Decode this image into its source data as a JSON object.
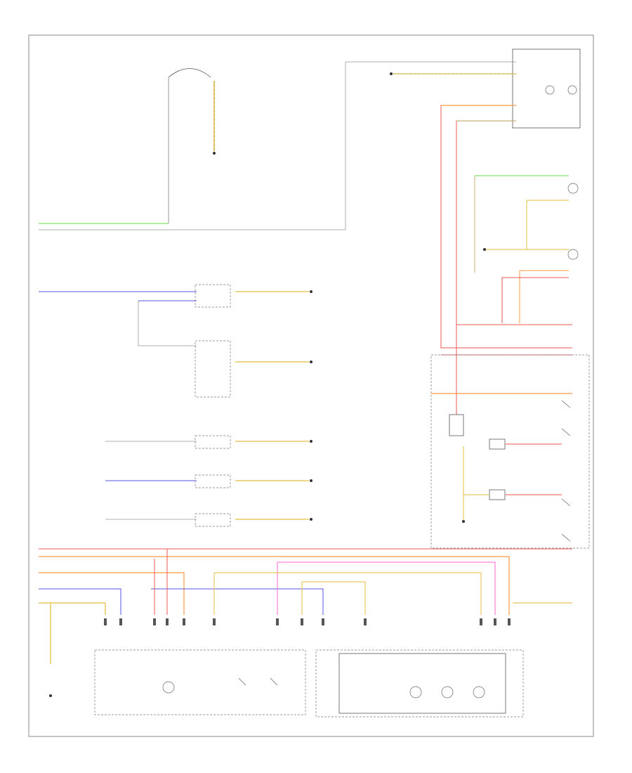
{
  "colors": {
    "green": "#66dd44",
    "white": "#999999",
    "blue": "#5555dd",
    "red": "#ee5555",
    "orange": "#ff9944",
    "yellow": "#e8c860",
    "pink": "#ff66cc",
    "tan": "#c8b078",
    "gray": "#888888"
  },
  "diagram": {
    "corner_label": "",
    "components": [
      {
        "id": "clock",
        "label": ""
      },
      {
        "id": "license-lamp-left",
        "label": ""
      },
      {
        "id": "license-lamp-right",
        "label": ""
      },
      {
        "id": "luggage-lamp",
        "label": ""
      },
      {
        "id": "rear-door-lamp",
        "label": ""
      },
      {
        "id": "right-rear-door-lamp",
        "label": ""
      },
      {
        "id": "right-door-lamp",
        "label": ""
      },
      {
        "id": "front-interior-light",
        "label": ""
      },
      {
        "id": "rear-reading-courtesy-light",
        "label": ""
      },
      {
        "id": "left-door-lamp",
        "label": ""
      },
      {
        "id": "right-door-switch",
        "label": ""
      }
    ]
  }
}
